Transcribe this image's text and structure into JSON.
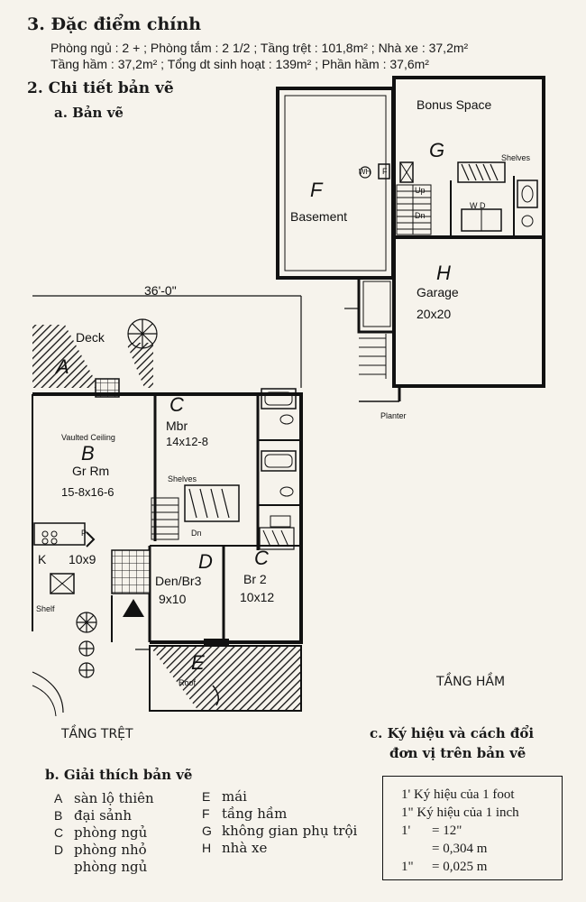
{
  "header": {
    "section_b_title": "Đặc điểm chính",
    "spec_line1": "Phòng ngủ : 2 + ; Phòng tắm : 2 1/2 ; Tầng trệt : 101,8m² ; Nhà xe : 37,2m²",
    "spec_line2": "Tầng hầm : 37,2m² ; Tổng dt sinh hoạt : 139m² ; Phần hầm : 37,6m²",
    "section_c_title": "Chi tiết bản vẽ",
    "subsection_a_title": "a. Bản vẽ"
  },
  "basement_plan": {
    "bonus_space": "Bonus Space",
    "bonus_letter": "G",
    "shelves": "Shelves",
    "wh": "WH",
    "f_small": "F",
    "up": "Up",
    "dn": "Dn",
    "wd": "W D",
    "basement_letter": "F",
    "basement": "Basement",
    "garage_letter": "H",
    "garage": "Garage",
    "garage_size": "20x20",
    "planter": "Planter",
    "caption": "TẦNG HẦM"
  },
  "ground_plan": {
    "dimension": "36'-0\"",
    "deck": "Deck",
    "deck_letter": "A",
    "vaulted": "Vaulted Ceiling",
    "grrm_letter": "B",
    "grrm": "Gr Rm",
    "grrm_size": "15-8x16-6",
    "mbr_letter": "C",
    "mbr": "Mbr",
    "mbr_size": "14x12-8",
    "shelves": "Shelves",
    "dn": "Dn",
    "k": "K",
    "k_size": "10x9",
    "p": "P",
    "shelf": "Shelf",
    "den_letter": "D",
    "den": "Den/Br3",
    "den_size": "9x10",
    "br2_letter": "C",
    "br2": "Br 2",
    "br2_size": "10x12",
    "roof_letter": "E",
    "roof": "Roof",
    "caption": "TẦNG TRỆT"
  },
  "legend": {
    "title": "b. Giải thích bản vẽ",
    "items_left": [
      {
        "letter": "A",
        "text": "sàn lộ thiên"
      },
      {
        "letter": "B",
        "text": "đại sảnh"
      },
      {
        "letter": "C",
        "text": "phòng ngủ"
      },
      {
        "letter": "D",
        "text": "phòng nhỏ"
      },
      {
        "letter": "",
        "text": "phòng ngủ"
      }
    ],
    "items_right": [
      {
        "letter": "E",
        "text": "mái"
      },
      {
        "letter": "F",
        "text": "tầng hầm"
      },
      {
        "letter": "G",
        "text": "không gian phụ trội"
      },
      {
        "letter": "H",
        "text": "nhà xe"
      }
    ]
  },
  "units": {
    "title_line1": "c. Ký hiệu và cách đổi",
    "title_line2": "đơn vị trên bản vẽ",
    "line1": "1' Ký hiệu của 1 foot",
    "line2": "1\" Ký hiệu của 1 inch",
    "line3a": "1'",
    "line3b": "= 12\"",
    "line4": "= 0,304 m",
    "line5a": "1\"",
    "line5b": "= 0,025 m"
  }
}
